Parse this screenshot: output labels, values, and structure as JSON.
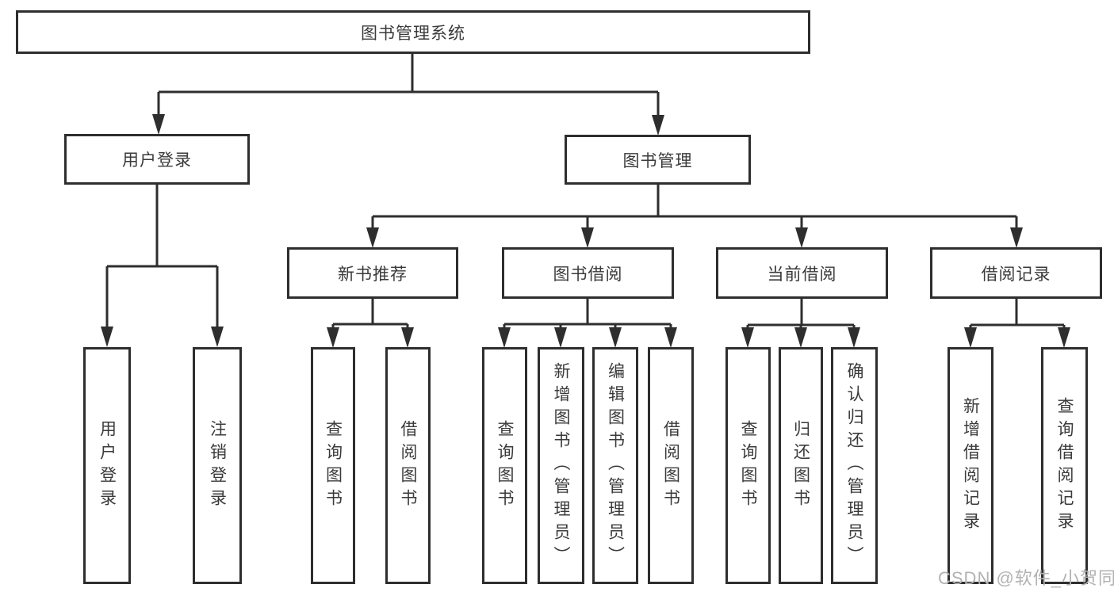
{
  "diagram_title": "图书管理系统",
  "nodes": {
    "root": "图书管理系统",
    "user_login": "用户登录",
    "book_mgmt": "图书管理",
    "new_book_rec": "新书推荐",
    "book_borrow": "图书借阅",
    "current_borrow": "当前借阅",
    "borrow_records": "借阅记录",
    "leaf_user_login": "用户登录",
    "leaf_logout": "注销登录",
    "rec_query_book": "查询图书",
    "rec_borrow_book": "借阅图书",
    "bb_query_book": "查询图书",
    "bb_add_book": "新增图书（管理员）",
    "bb_edit_book": "编辑图书（管理员）",
    "bb_borrow_book": "借阅图书",
    "cb_query_book": "查询图书",
    "cb_return_book": "归还图书",
    "cb_confirm_return": "确认归还（管理员）",
    "br_add_record": "新增借阅记录",
    "br_query_record": "查询借阅记录"
  },
  "edges": [
    {
      "from": "图书管理系统",
      "to": "用户登录"
    },
    {
      "from": "图书管理系统",
      "to": "图书管理"
    },
    {
      "from": "用户登录",
      "to": "用户登录"
    },
    {
      "from": "用户登录",
      "to": "注销登录"
    },
    {
      "from": "图书管理",
      "to": "新书推荐"
    },
    {
      "from": "图书管理",
      "to": "图书借阅"
    },
    {
      "from": "图书管理",
      "to": "当前借阅"
    },
    {
      "from": "图书管理",
      "to": "借阅记录"
    },
    {
      "from": "新书推荐",
      "to": "查询图书"
    },
    {
      "from": "新书推荐",
      "to": "借阅图书"
    },
    {
      "from": "图书借阅",
      "to": "查询图书"
    },
    {
      "from": "图书借阅",
      "to": "新增图书（管理员）"
    },
    {
      "from": "图书借阅",
      "to": "编辑图书（管理员）"
    },
    {
      "from": "图书借阅",
      "to": "借阅图书"
    },
    {
      "from": "当前借阅",
      "to": "查询图书"
    },
    {
      "from": "当前借阅",
      "to": "归还图书"
    },
    {
      "from": "当前借阅",
      "to": "确认归还（管理员）"
    },
    {
      "from": "借阅记录",
      "to": "新增借阅记录"
    },
    {
      "from": "借阅记录",
      "to": "查询借阅记录"
    }
  ],
  "colors": {
    "line": "#2e2e2e",
    "box_border": "#2e2e2e",
    "text": "#3a3a3a",
    "watermark": "#b2b2b2",
    "background": "#ffffff"
  },
  "watermark": "CSDN @软件_小贺同学"
}
